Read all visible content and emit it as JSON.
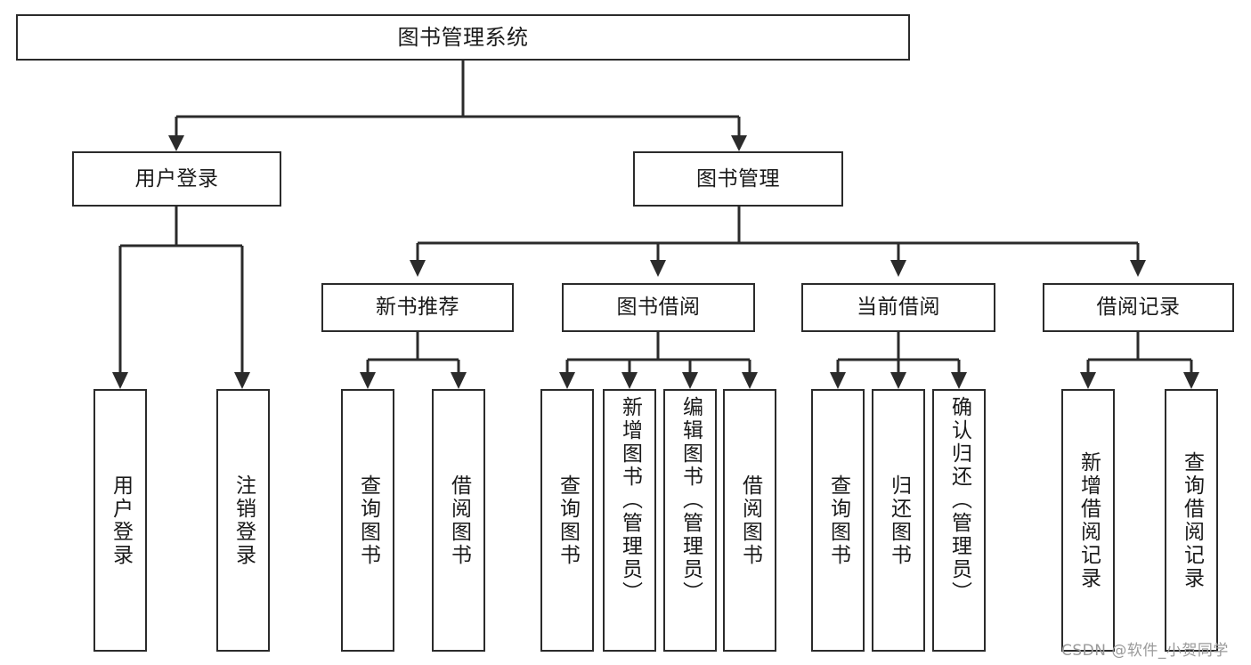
{
  "diagram": {
    "title": "图书管理系统",
    "type": "hierarchy-tree",
    "root": {
      "id": "root",
      "label": "图书管理系统"
    },
    "level2": [
      {
        "id": "user-login",
        "label": "用户登录"
      },
      {
        "id": "book-manage",
        "label": "图书管理"
      }
    ],
    "level3": [
      {
        "id": "new-book-recommend",
        "label": "新书推荐"
      },
      {
        "id": "book-borrow",
        "label": "图书借阅"
      },
      {
        "id": "current-borrow",
        "label": "当前借阅"
      },
      {
        "id": "borrow-record",
        "label": "借阅记录"
      }
    ],
    "leaves": [
      {
        "id": "leaf-user-login",
        "label": "用户登录",
        "parent": "user-login"
      },
      {
        "id": "leaf-logout-login",
        "label": "注销登录",
        "parent": "user-login"
      },
      {
        "id": "leaf-query-book-1",
        "label": "查询图书",
        "parent": "new-book-recommend"
      },
      {
        "id": "leaf-borrow-book-1",
        "label": "借阅图书",
        "parent": "new-book-recommend"
      },
      {
        "id": "leaf-query-book-2",
        "label": "查询图书",
        "parent": "book-borrow"
      },
      {
        "id": "leaf-add-book",
        "label": "新增图书（管理员）",
        "parent": "book-borrow"
      },
      {
        "id": "leaf-edit-book",
        "label": "编辑图书（管理员）",
        "parent": "book-borrow"
      },
      {
        "id": "leaf-borrow-book-2",
        "label": "借阅图书",
        "parent": "book-borrow"
      },
      {
        "id": "leaf-query-book-3",
        "label": "查询图书",
        "parent": "current-borrow"
      },
      {
        "id": "leaf-return-book",
        "label": "归还图书",
        "parent": "current-borrow"
      },
      {
        "id": "leaf-confirm-return",
        "label": "确认归还（管理员）",
        "parent": "current-borrow"
      },
      {
        "id": "leaf-add-record",
        "label": "新增借阅记录",
        "parent": "borrow-record"
      },
      {
        "id": "leaf-query-record",
        "label": "查询借阅记录",
        "parent": "borrow-record"
      }
    ]
  },
  "watermark": {
    "text": "CSDN @软件_小贺同学"
  },
  "colors": {
    "stroke": "#2b2b2b",
    "background": "#ffffff",
    "text": "#1a1a1a",
    "watermark": "#9a9a9a"
  }
}
